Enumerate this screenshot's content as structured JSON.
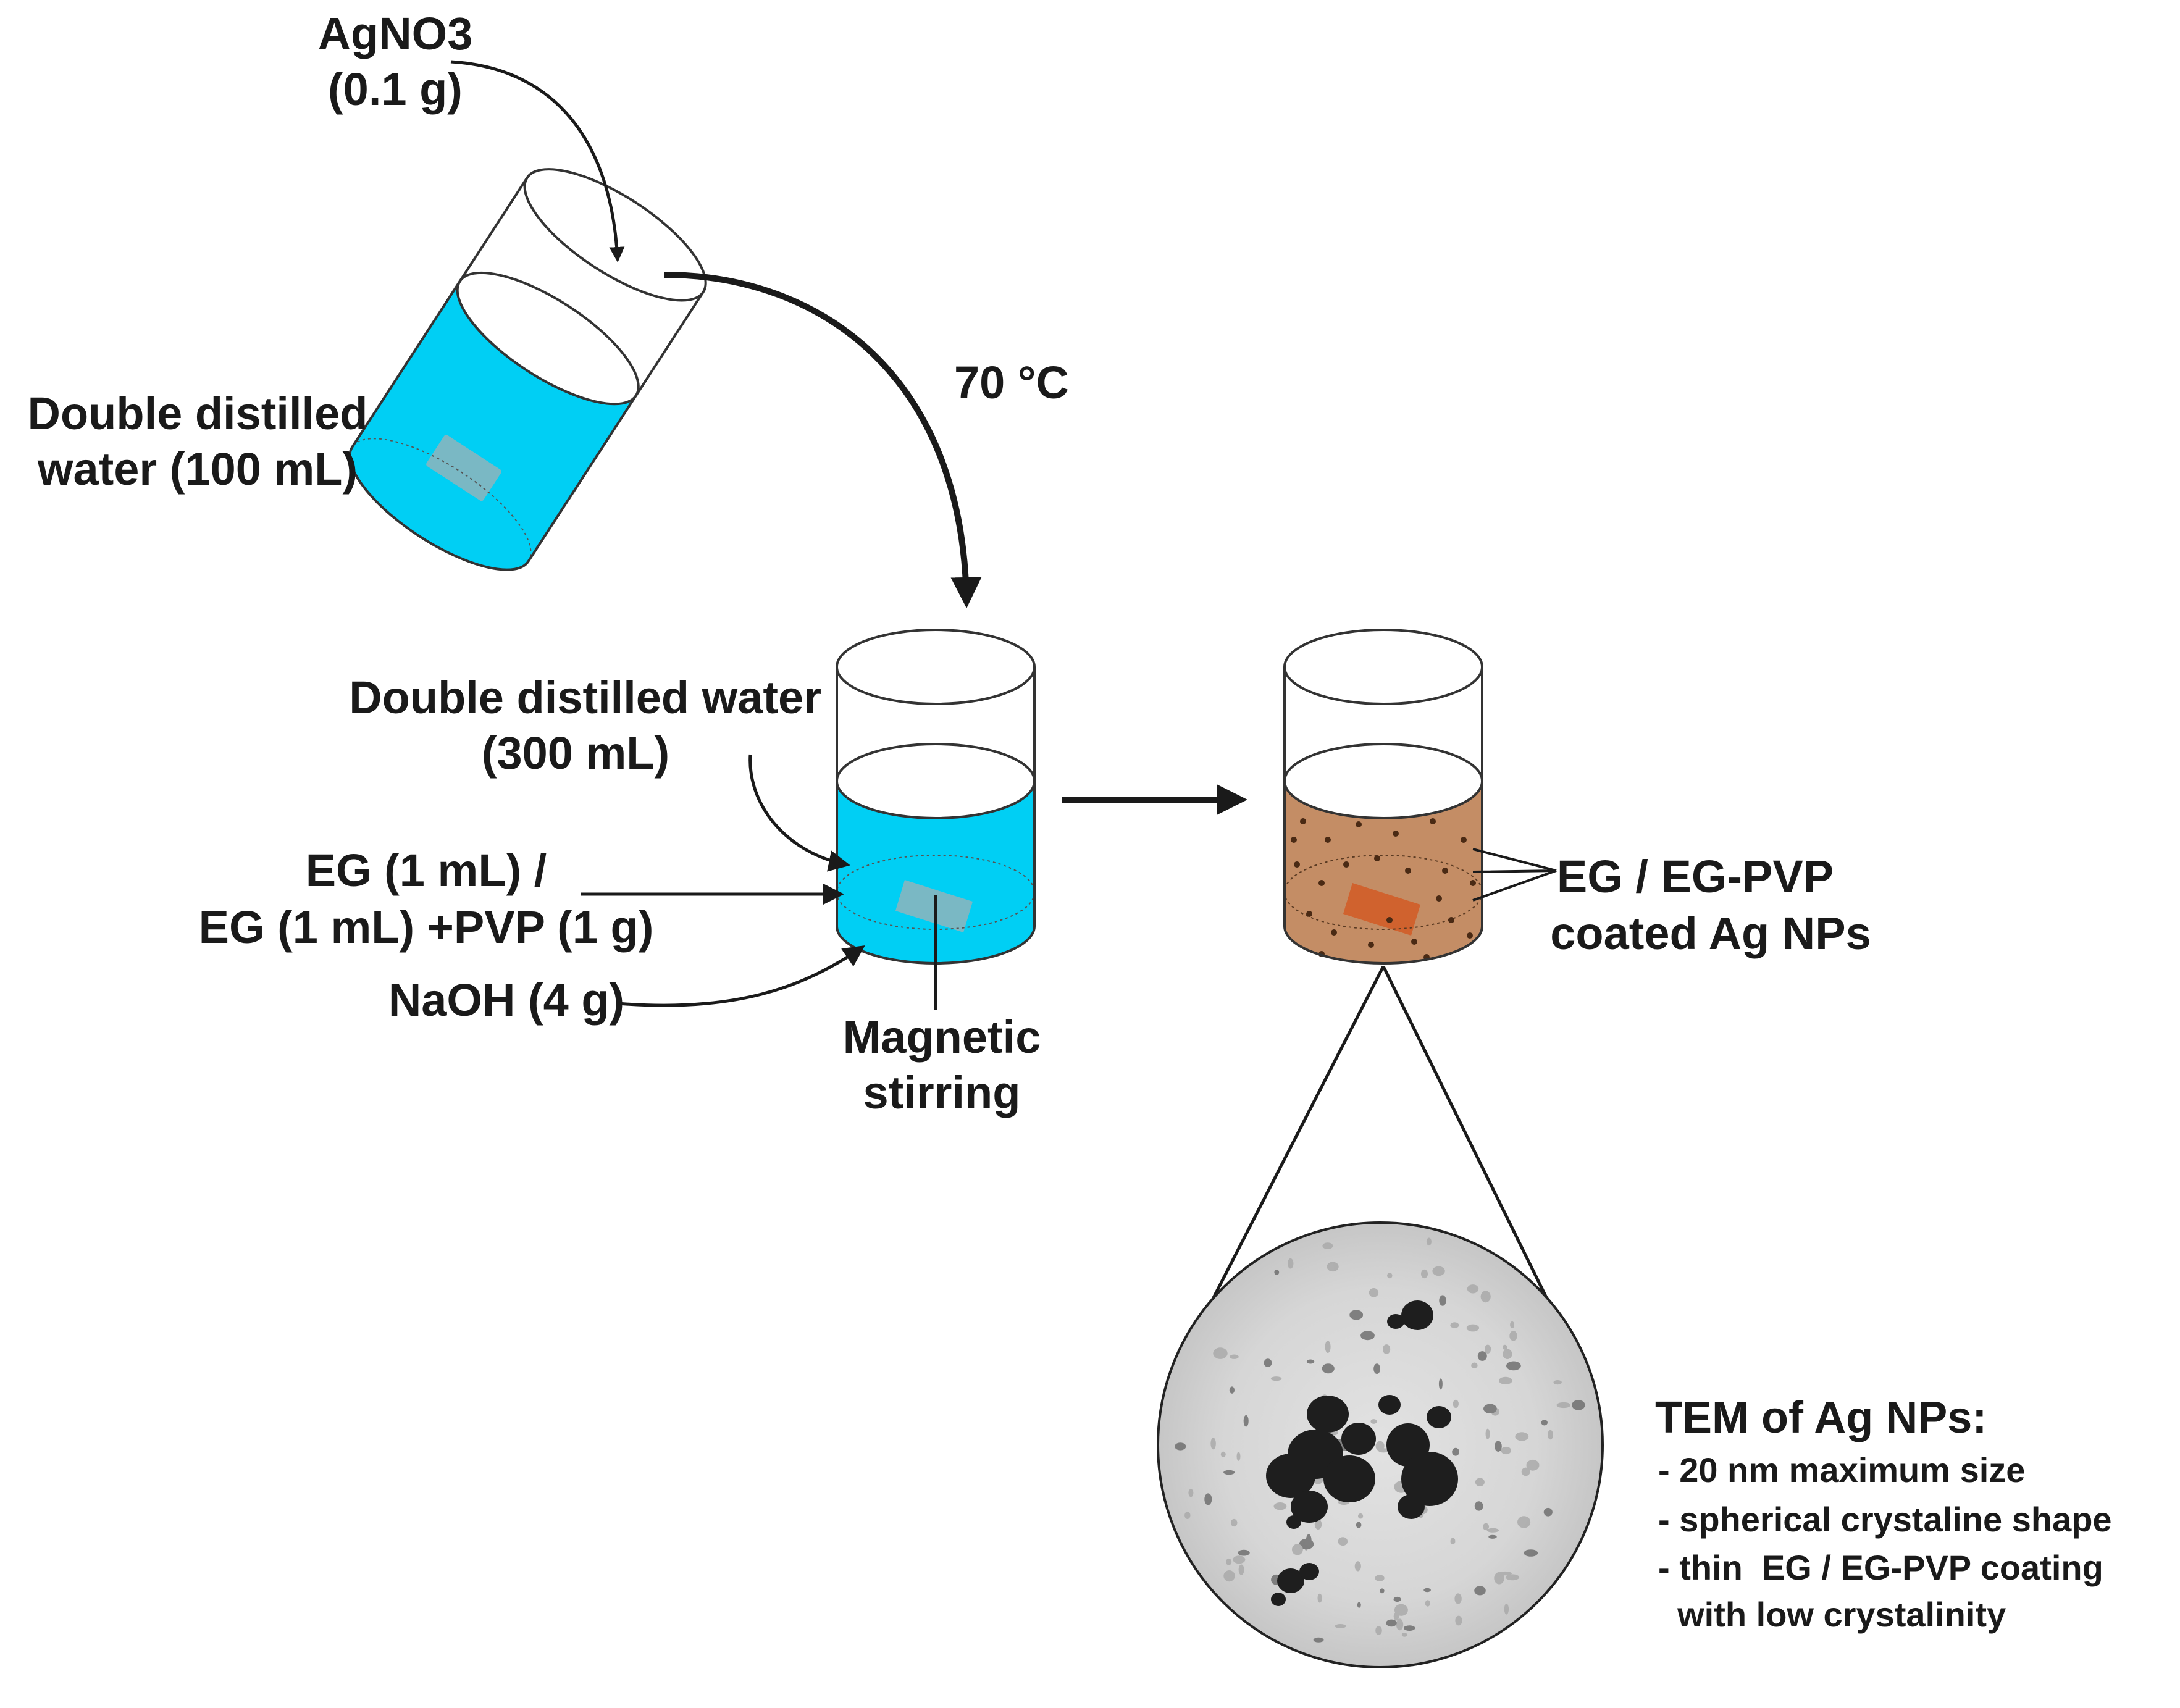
{
  "colors": {
    "water": "#00CFF4",
    "product": "#C48D65",
    "stir_bar_blue": "#7AB8C4",
    "stir_bar_brown": "#D0622E",
    "ink": "#1a1a1a",
    "particle": "#4a2a14"
  },
  "labels": {
    "agno3_line1": "AgNO3",
    "agno3_line2": "(0.1 g)",
    "water1_line1": "Double distilled",
    "water1_line2": "water (100 mL)",
    "temperature": "70 °C",
    "water2_line1": "Double distilled water",
    "water2_line2": "(300 mL)",
    "eg_line1": "EG (1 mL) /",
    "eg_line2": "EG (1 mL) +PVP (1 g)",
    "naoh": "NaOH (4 g)",
    "stirring_line1": "Magnetic",
    "stirring_line2": "stirring",
    "product_line1": "EG / EG-PVP",
    "product_line2": "coated Ag NPs"
  },
  "tem": {
    "title": "TEM of Ag NPs:",
    "items": [
      "- 20 nm maximum size",
      "- spherical crystaline shape",
      "- thin  EG / EG-PVP coating",
      "  with low crystalinity"
    ]
  }
}
